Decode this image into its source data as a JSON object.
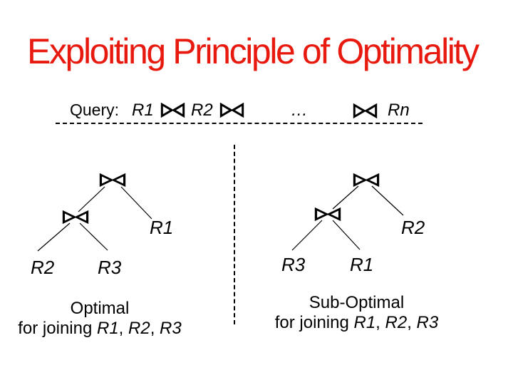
{
  "slide": {
    "title": "Exploiting Principle of Optimality",
    "background_color": "#ffffff",
    "title_color": "#e8190f",
    "text_color": "#000000"
  },
  "query_line": {
    "label": "Query:",
    "relations": [
      "R1",
      "R2",
      "Rn"
    ],
    "ellipsis": "…"
  },
  "icons": {
    "join_operator": "bowtie-join-icon"
  },
  "left_tree": {
    "leaf_right": "R1",
    "leaf_bottom_left": "R2",
    "leaf_bottom_right": "R3",
    "caption_line1": "Optimal",
    "caption_prefix": "for joining ",
    "caption_r1": "R1",
    "caption_r2": "R2",
    "caption_r3": "R3",
    "caption_sep": ", "
  },
  "right_tree": {
    "leaf_right": "R2",
    "leaf_bottom_left": "R3",
    "leaf_bottom_right": "R1",
    "caption_line1": "Sub-Optimal",
    "caption_prefix": "for joining ",
    "caption_r1": "R1",
    "caption_r2": "R2",
    "caption_r3": "R3",
    "caption_sep": ", "
  }
}
